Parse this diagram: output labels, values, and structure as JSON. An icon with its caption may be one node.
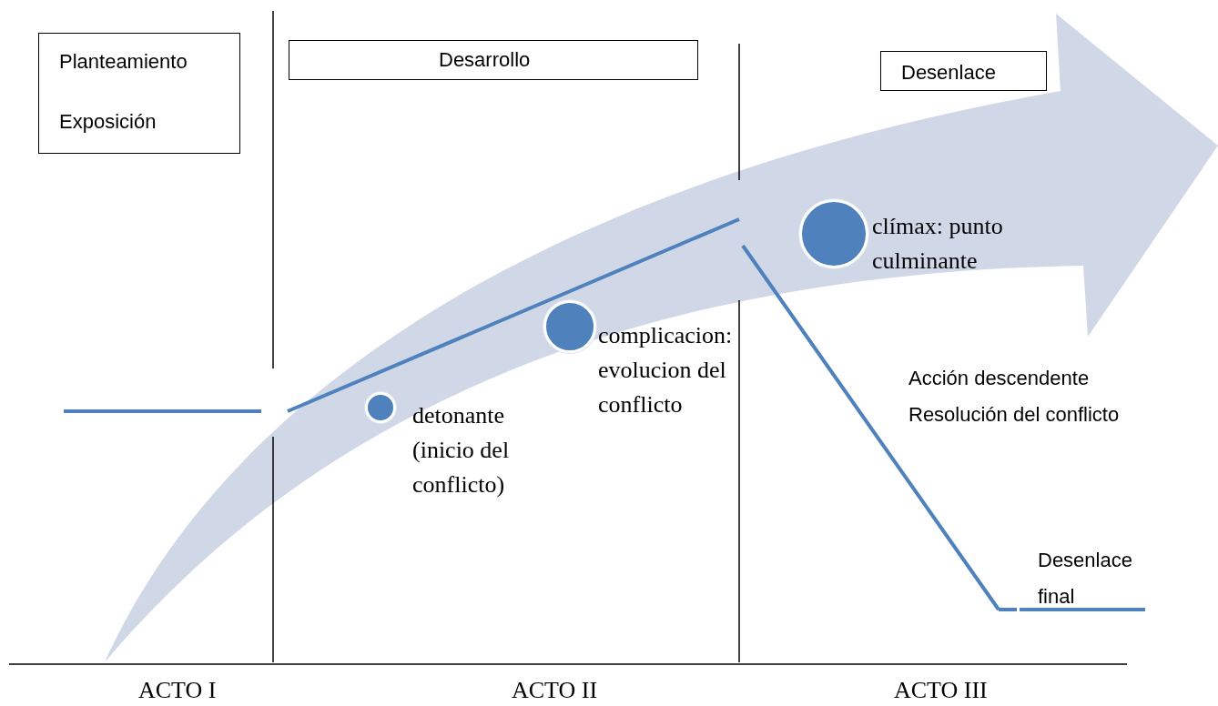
{
  "diagram": {
    "nodes": [
      {
        "text": [
          "Planteamiento",
          "Exposición"
        ]
      },
      {
        "text": [
          "Desarrollo"
        ]
      },
      {
        "text": [
          "Desenlace"
        ]
      },
      {
        "text": [],
        "shape": "circle",
        "beside": [
          "detonante (inicio del conflicto)"
        ]
      },
      {
        "text": [],
        "shape": "circle",
        "beside": [
          "complicacion: evolucion del conflicto"
        ]
      },
      {
        "text": [],
        "shape": "circle",
        "beside": [
          "clímax: punto culminante"
        ]
      }
    ],
    "labels": [
      "Acción descendente",
      "Resolución del conflicto",
      "Desenlace final",
      "ACTO I",
      "ACTO II",
      "ACTO III"
    ]
  }
}
